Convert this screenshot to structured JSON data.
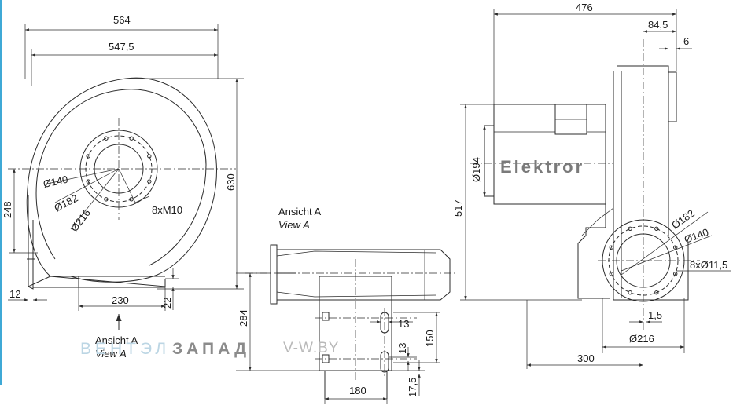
{
  "dimensions": {
    "front_width_total": "564",
    "front_width_housing": "547,5",
    "front_height": "630",
    "front_axis_height": "248",
    "front_flange": "12",
    "front_outlet_width": "230",
    "front_outlet_offset": "22",
    "inlet_d140": "Ø140",
    "inlet_d182": "Ø182",
    "inlet_d216": "Ø216",
    "bolts": "8xM10",
    "view_height": "284",
    "view_13a": "13",
    "view_13b": "13",
    "view_150": "150",
    "view_17_5": "17,5",
    "view_180": "180",
    "side_476": "476",
    "side_84_5": "84,5",
    "side_6": "6",
    "side_d194": "Ø194",
    "side_517": "517",
    "side_d182": "Ø182",
    "side_d140": "Ø140",
    "side_holes": "8xØ11,5",
    "side_1_5": "1,5",
    "side_d216": "Ø216",
    "side_300": "300"
  },
  "labels": {
    "view_title_de": "Ansicht A",
    "view_title_en": "View A",
    "arrow_title_de": "Ansicht A",
    "arrow_title_en": "View A",
    "brand": "Elektror"
  },
  "watermark": {
    "part1": "ВЕНТЭЛ",
    "part2": "ЗАПАД",
    "part3": "V-W.BY"
  },
  "colors": {
    "line": "#2b2b2b",
    "accent": "#3fa9d6",
    "watermark_blue": "#bcd6e4",
    "watermark_gray": "#8b8b8b"
  }
}
